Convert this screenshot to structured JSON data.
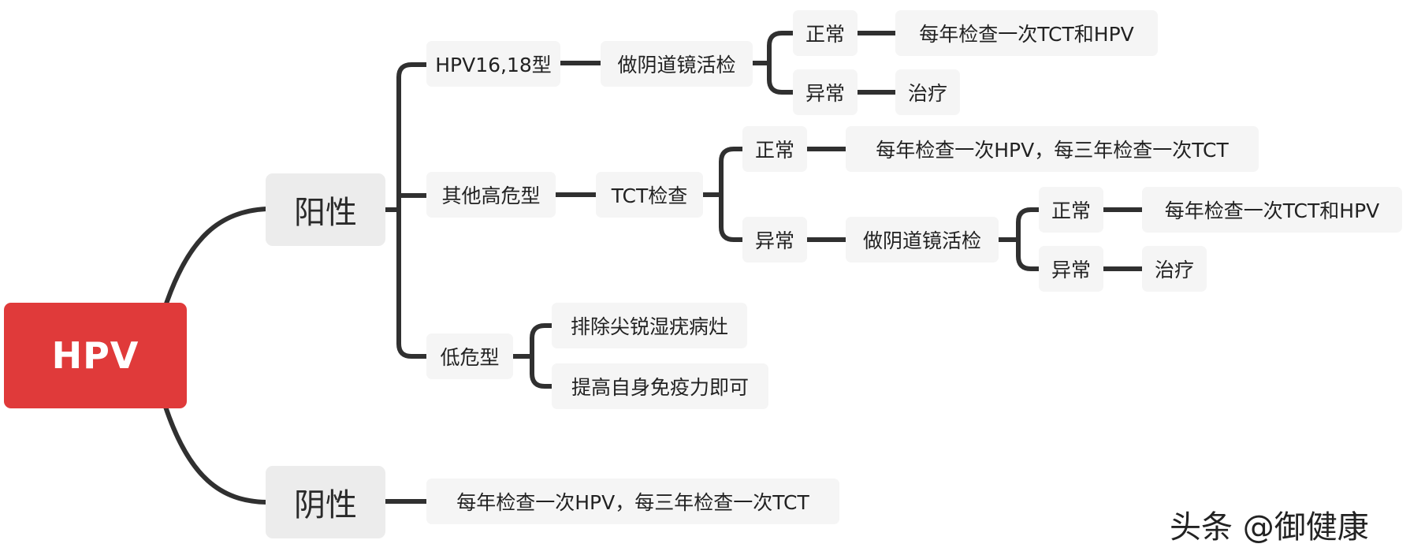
{
  "root": "HPV",
  "positive": {
    "label": "阳性",
    "hpv1618": {
      "label": "HPV16,18型",
      "colposcopy": "做阴道镜活检",
      "normal": "正常",
      "normal_action": "每年检查一次TCT和HPV",
      "abnormal": "异常",
      "abnormal_action": "治疗"
    },
    "other_high_risk": {
      "label": "其他高危型",
      "tct": "TCT检查",
      "normal": "正常",
      "normal_action": "每年检查一次HPV，每三年检查一次TCT",
      "abnormal": "异常",
      "colposcopy": "做阴道镜活检",
      "colpo_normal": "正常",
      "colpo_normal_action": "每年检查一次TCT和HPV",
      "colpo_abnormal": "异常",
      "colpo_abnormal_action": "治疗"
    },
    "low_risk": {
      "label": "低危型",
      "item1": "排除尖锐湿疣病灶",
      "item2": "提高自身免疫力即可"
    }
  },
  "negative": {
    "label": "阴性",
    "action": "每年检查一次HPV，每三年检查一次TCT"
  },
  "watermark": "头条 @御健康",
  "colors": {
    "root": "#e03a3a",
    "line": "#303030",
    "main_bg": "#ececec",
    "sub_bg": "#f5f5f5"
  }
}
